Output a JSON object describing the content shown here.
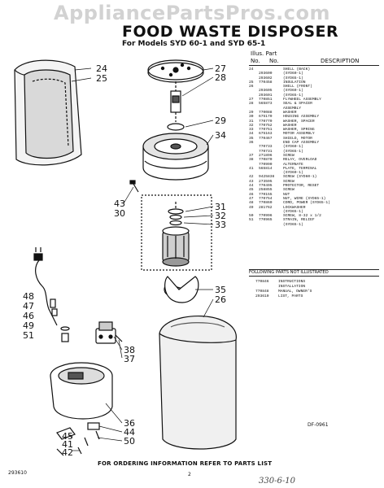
{
  "watermark": "AppliancePartsPros.com",
  "title": "FOOD WASTE DISPOSER",
  "models": "For Models SYD 60-1 and SYD 65-1",
  "callouts": [
    {
      "label": "24"
    },
    {
      "label": "25"
    },
    {
      "label": "27"
    },
    {
      "label": "28"
    },
    {
      "label": "29"
    },
    {
      "label": "34"
    },
    {
      "label": "43"
    },
    {
      "label": "30"
    },
    {
      "label": "31"
    },
    {
      "label": "32"
    },
    {
      "label": "33"
    },
    {
      "label": "35"
    },
    {
      "label": "26"
    },
    {
      "label": "48"
    },
    {
      "label": "47"
    },
    {
      "label": "46"
    },
    {
      "label": "49"
    },
    {
      "label": "51"
    },
    {
      "label": "38"
    },
    {
      "label": "37"
    },
    {
      "label": "36"
    },
    {
      "label": "44"
    },
    {
      "label": "50"
    },
    {
      "label": "45"
    },
    {
      "label": "41"
    },
    {
      "label": "42"
    }
  ],
  "parts_table": {
    "header": {
      "illus": "Illus.",
      "part": "Part",
      "no": "No.",
      "no2": "No.",
      "description": "DESCRIPTION"
    },
    "rows": [
      {
        "illus": "24",
        "part": "",
        "desc": "SHELL (BACK)"
      },
      {
        "illus": "",
        "part": "293600",
        "desc": "(SYD60-1)"
      },
      {
        "illus": "",
        "part": "293602",
        "desc": "(SYD65-1)"
      },
      {
        "illus": "25",
        "part": "770458",
        "desc": "INSULATION"
      },
      {
        "illus": "26",
        "part": "",
        "desc": "SHELL (FRONT)"
      },
      {
        "illus": "",
        "part": "293605",
        "desc": "(SYD60-1)"
      },
      {
        "illus": "",
        "part": "293601",
        "desc": "(SYD65-1)"
      },
      {
        "illus": "27",
        "part": "770851",
        "desc": "FLYWHEEL ASSEMBLY"
      },
      {
        "illus": "28",
        "part": "565873",
        "desc": "SEAL & SPACER"
      },
      {
        "illus": "",
        "part": "",
        "desc": "ASSEMBLY"
      },
      {
        "illus": "29",
        "part": "770088",
        "desc": "WASHER"
      },
      {
        "illus": "30",
        "part": "675170",
        "desc": "HOUSING ASSEMBLY"
      },
      {
        "illus": "31",
        "part": "770770",
        "desc": "WASHER, SPACER"
      },
      {
        "illus": "32",
        "part": "770752",
        "desc": "WASHER"
      },
      {
        "illus": "33",
        "part": "770751",
        "desc": "WASHER, SPRING"
      },
      {
        "illus": "34",
        "part": "675163",
        "desc": "MOTOR ASSEMBLY"
      },
      {
        "illus": "35",
        "part": "770467",
        "desc": "SHIELD, MOTOR"
      },
      {
        "illus": "36",
        "part": "",
        "desc": "END CAP ASSEMBLY"
      },
      {
        "illus": "",
        "part": "770733",
        "desc": "(SYD60-1)"
      },
      {
        "illus": "",
        "part": "770731",
        "desc": "(SYD65-1)"
      },
      {
        "illus": "37",
        "part": "271896",
        "desc": "SCREW"
      },
      {
        "illus": "38",
        "part": "770870",
        "desc": "RELAY, OVERLOAD"
      },
      {
        "illus": "",
        "part": "770990",
        "desc": "ALTERNATE"
      },
      {
        "illus": "41",
        "part": "565814",
        "desc": "PLATE, TERMINAL"
      },
      {
        "illus": "",
        "part": "",
        "desc": "(SYD60-1)"
      },
      {
        "illus": "42",
        "part": "9425838",
        "desc": "SCREW (SYD60-1)"
      },
      {
        "illus": "43",
        "part": "273595",
        "desc": "SCREW"
      },
      {
        "illus": "44",
        "part": "770495",
        "desc": "PROTECTOR, RESET"
      },
      {
        "illus": "45",
        "part": "258855",
        "desc": "SCREW"
      },
      {
        "illus": "46",
        "part": "770155",
        "desc": "NUT"
      },
      {
        "illus": "47",
        "part": "770754",
        "desc": "NUT, WIRE (SYD65-1)"
      },
      {
        "illus": "48",
        "part": "770860",
        "desc": "CORD, POWER (SYD65-1)"
      },
      {
        "illus": "49",
        "part": "281762",
        "desc": "LOCKWASHER"
      },
      {
        "illus": "",
        "part": "",
        "desc": "(SYD65-1)"
      },
      {
        "illus": "50",
        "part": "770996",
        "desc": "SCREW, 8-32 x 1/2"
      },
      {
        "illus": "51",
        "part": "770965",
        "desc": "STRAIN, RELIEF"
      },
      {
        "illus": "",
        "part": "",
        "desc": "(SYD65-1)"
      }
    ],
    "not_illustrated_heading": "FOLLOWING PARTS NOT ILLUSTRATED",
    "not_illustrated": [
      {
        "part": "770846",
        "desc": "INSTRUCTIONS"
      },
      {
        "part": "",
        "desc": "INSTALLATION"
      },
      {
        "part": "770848",
        "desc": "MANUAL, OWNER'S"
      },
      {
        "part": "293610",
        "desc": "LIST, PARTS"
      }
    ]
  },
  "doc_code": "DF-0961",
  "footnote": "FOR ORDERING INFORMATION REFER TO PARTS LIST",
  "page_number": "2",
  "left_code": "293610",
  "handwritten": "330-6-10"
}
